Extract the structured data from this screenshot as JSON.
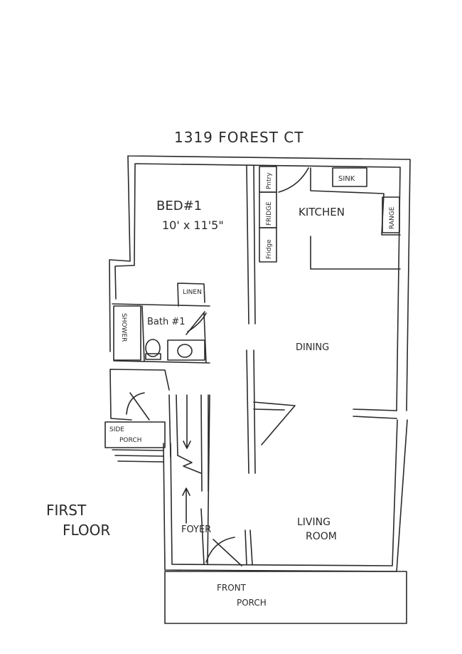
{
  "title": "1319 FOREST CT",
  "floor_label_line1": "FIRST",
  "floor_label_line2": "FLOOR",
  "rooms": {
    "bed1": "BED#1",
    "bed1_dims": "10' x 11'5\"",
    "bath1": "Bath #1",
    "linen": "LINEN",
    "shower": "SHOWER",
    "pantry": "Pntry",
    "fridge_top": "FRIDGE",
    "fridge_bottom": "Fridge",
    "sink": "SINK",
    "kitchen": "KITCHEN",
    "range": "RANGE",
    "dining": "DINING",
    "side_porch_line1": "SIDE",
    "side_porch_line2": "PORCH",
    "foyer": "FOYER",
    "living_line1": "LIVING",
    "living_line2": "ROOM",
    "front_porch_line1": "FRONT",
    "front_porch_line2": "PORCH"
  },
  "colors": {
    "ink": "#2a2a2a",
    "paper": "#ffffff"
  }
}
